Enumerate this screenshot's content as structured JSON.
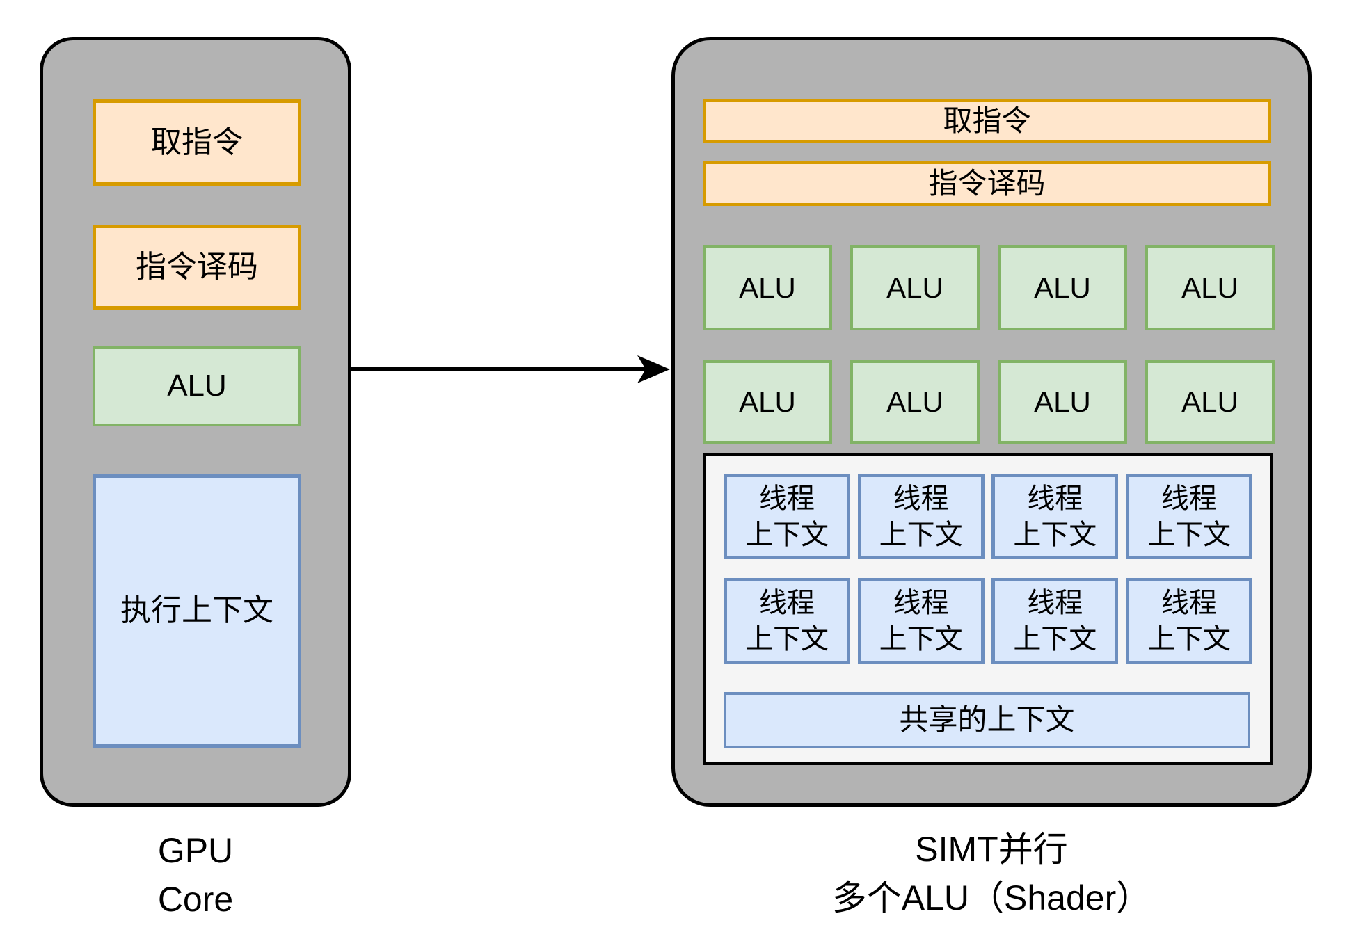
{
  "left_panel": {
    "caption_lines": [
      "GPU",
      "Core"
    ],
    "fetch_label": "取指令",
    "decode_label": "指令译码",
    "alu_label": "ALU",
    "exec_context_label": "执行上下文"
  },
  "right_panel": {
    "caption_lines": [
      "SIMT并行",
      "多个ALU（Shader）"
    ],
    "fetch_label": "取指令",
    "decode_label": "指令译码",
    "alu_units": [
      "ALU",
      "ALU",
      "ALU",
      "ALU",
      "ALU",
      "ALU",
      "ALU",
      "ALU"
    ],
    "thread_context": {
      "line1": "线程",
      "line2": "上下文",
      "count": 8
    },
    "shared_context_label": "共享的上下文"
  },
  "colors": {
    "panel_gray_fill": "#b3b3b3",
    "panel_stroke": "#000000",
    "orange_fill": "#ffe6cc",
    "orange_stroke": "#d79b00",
    "green_fill": "#d5e8d4",
    "green_stroke": "#82b366",
    "blue_fill": "#dae8fc",
    "blue_stroke": "#6c8ebf",
    "inner_panel_fill": "#f5f5f5",
    "arrow_color": "#000000"
  }
}
